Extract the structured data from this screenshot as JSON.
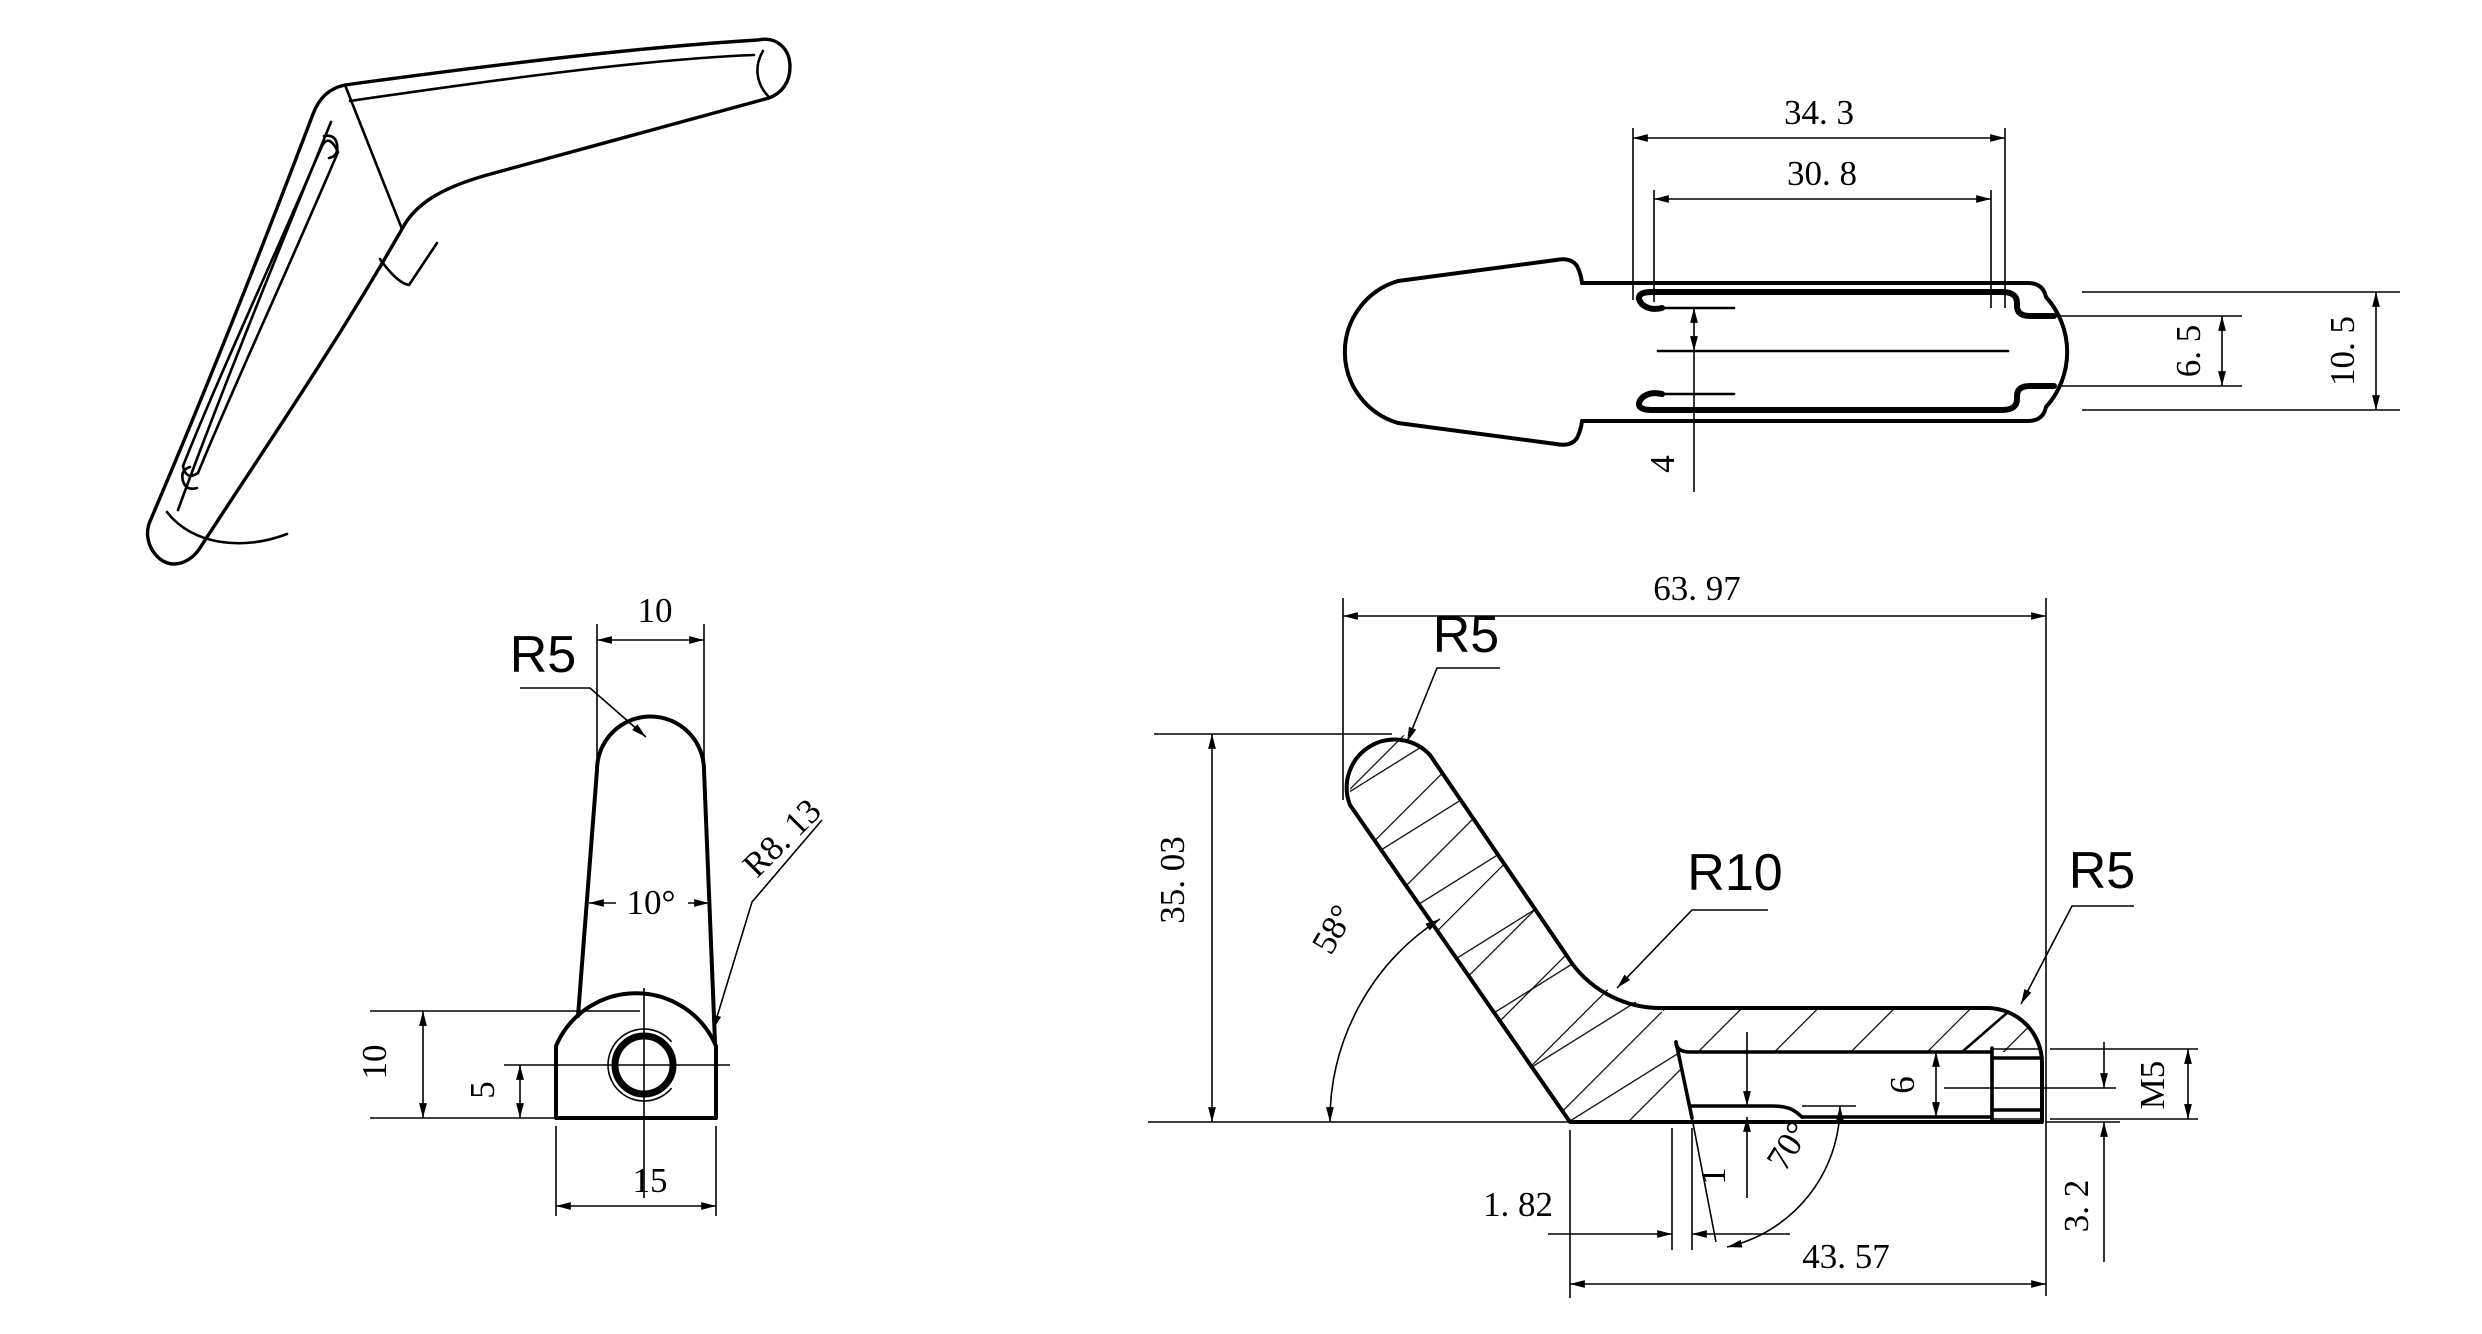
{
  "colors": {
    "background": "#ffffff",
    "line": "#000000"
  },
  "views": {
    "isometric": {
      "name": "isometric pictorial view of clamp handle"
    },
    "top": {
      "dim_34_3": "34. 3",
      "dim_30_8": "30. 8",
      "dim_6_5": "6. 5",
      "dim_10_5": "10. 5",
      "dim_4": "4"
    },
    "front": {
      "dim_width_10": "10",
      "label_r5": "R5",
      "dim_angle_10": "10°",
      "label_r8_13": "R8. 13",
      "dim_height_10": "10",
      "dim_5": "5",
      "dim_15": "15"
    },
    "section": {
      "dim_63_97": "63. 97",
      "label_r5_tip": "R5",
      "dim_35_03": "35. 03",
      "dim_angle_58": "58°",
      "label_r10": "R10",
      "label_r5_end": "R5",
      "dim_1_82": "1. 82",
      "dim_1": "1",
      "dim_angle_70": "70°",
      "dim_43_57": "43. 57",
      "dim_6": "6",
      "label_m5": "M5",
      "dim_3_2": "3. 2"
    }
  }
}
